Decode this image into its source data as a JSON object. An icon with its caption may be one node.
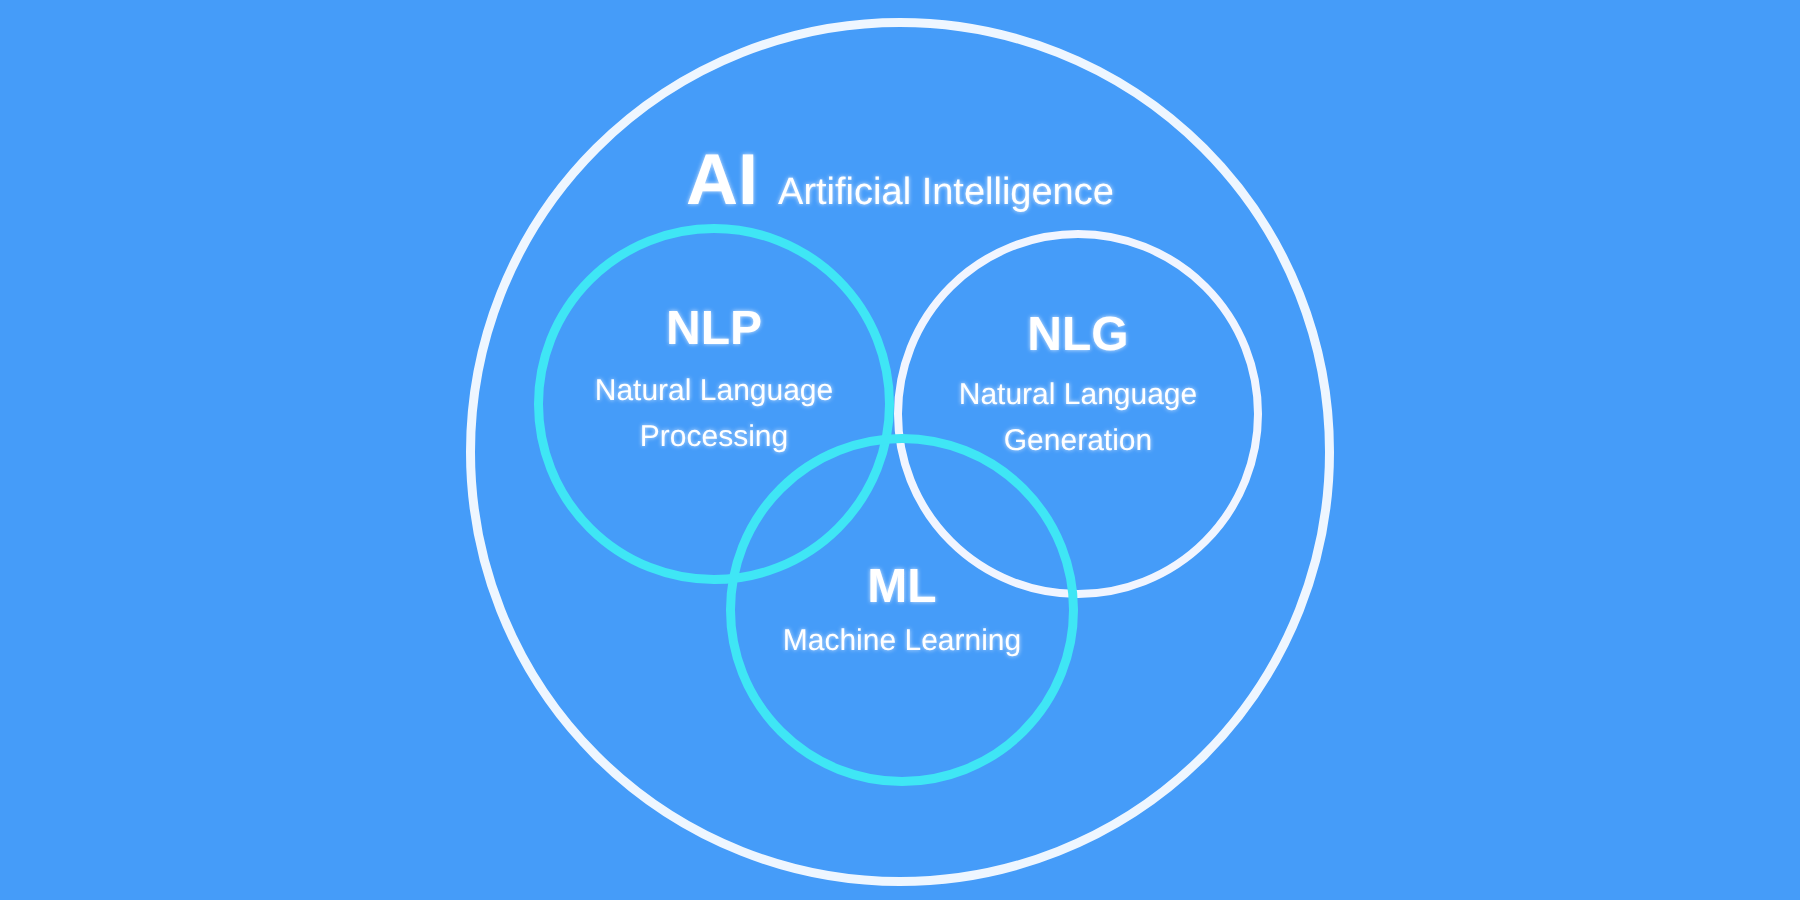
{
  "diagram": {
    "nodes": [
      {
        "text": [
          "AI",
          "Artificial Intelligence"
        ]
      },
      {
        "text": [
          "NLP",
          "Natural Language Processing"
        ],
        "in": 0
      },
      {
        "text": [
          "NLG",
          "Natural Language Generation"
        ],
        "in": 0
      },
      {
        "text": [
          "ML",
          "Machine Learning"
        ],
        "in": 0
      }
    ]
  }
}
